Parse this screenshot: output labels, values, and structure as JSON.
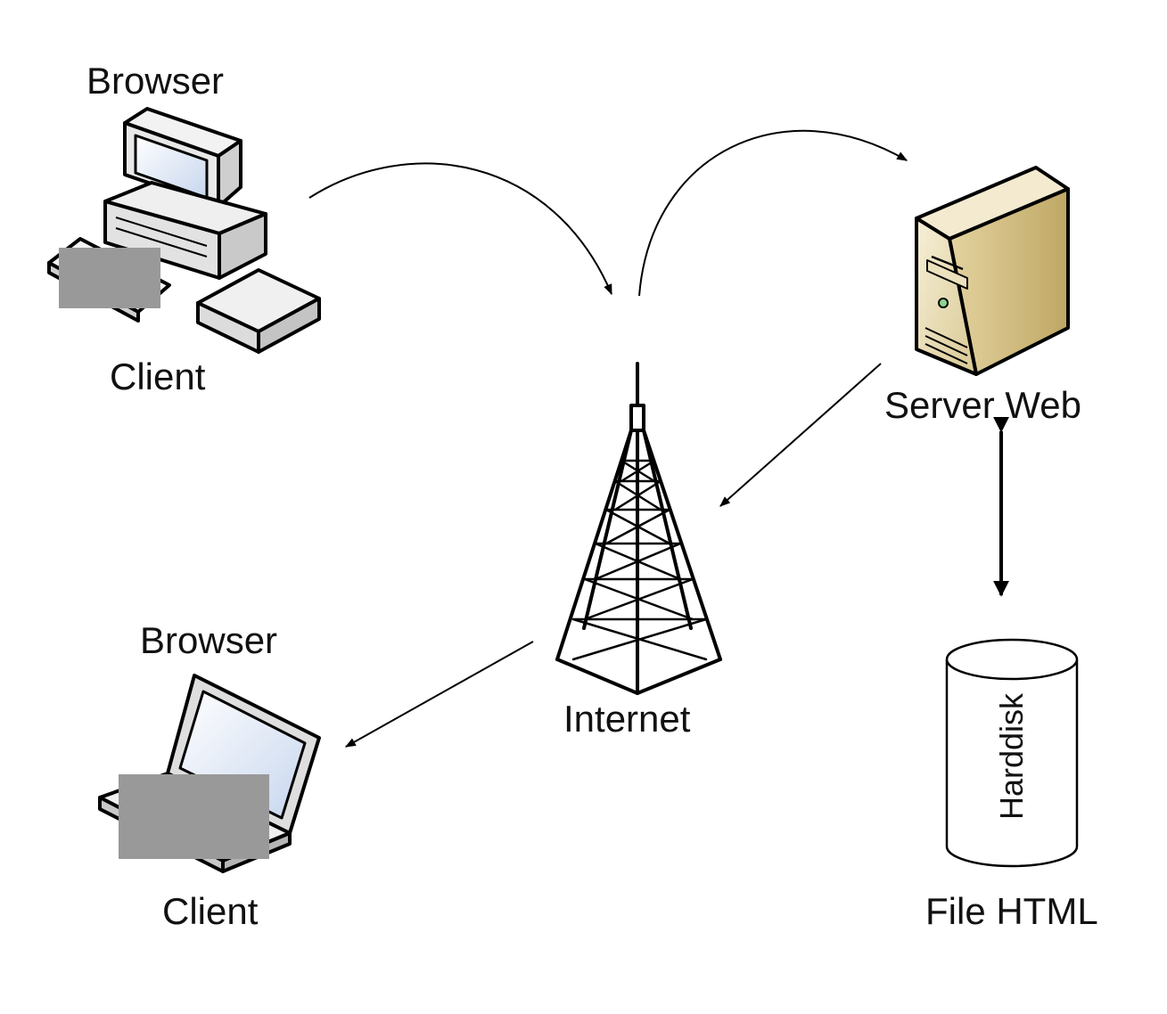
{
  "nodes": {
    "desktop_client": {
      "top_label": "Browser",
      "bottom_label": "Client"
    },
    "laptop_client": {
      "top_label": "Browser",
      "bottom_label": "Client"
    },
    "internet": {
      "label": "Internet"
    },
    "server": {
      "label": "Server Web"
    },
    "harddisk": {
      "inner_label": "Harddisk",
      "label": "File HTML"
    }
  },
  "edges": [
    {
      "from": "desktop_client",
      "to": "internet"
    },
    {
      "from": "internet",
      "to": "server"
    },
    {
      "from": "server",
      "to": "internet"
    },
    {
      "from": "internet",
      "to": "laptop_client"
    },
    {
      "from": "server",
      "to": "harddisk",
      "bidirectional": true
    }
  ],
  "colors": {
    "line": "#000000",
    "server_body": "#e6d9b3",
    "screen": "#d9e4f5",
    "redaction": "#999999"
  }
}
